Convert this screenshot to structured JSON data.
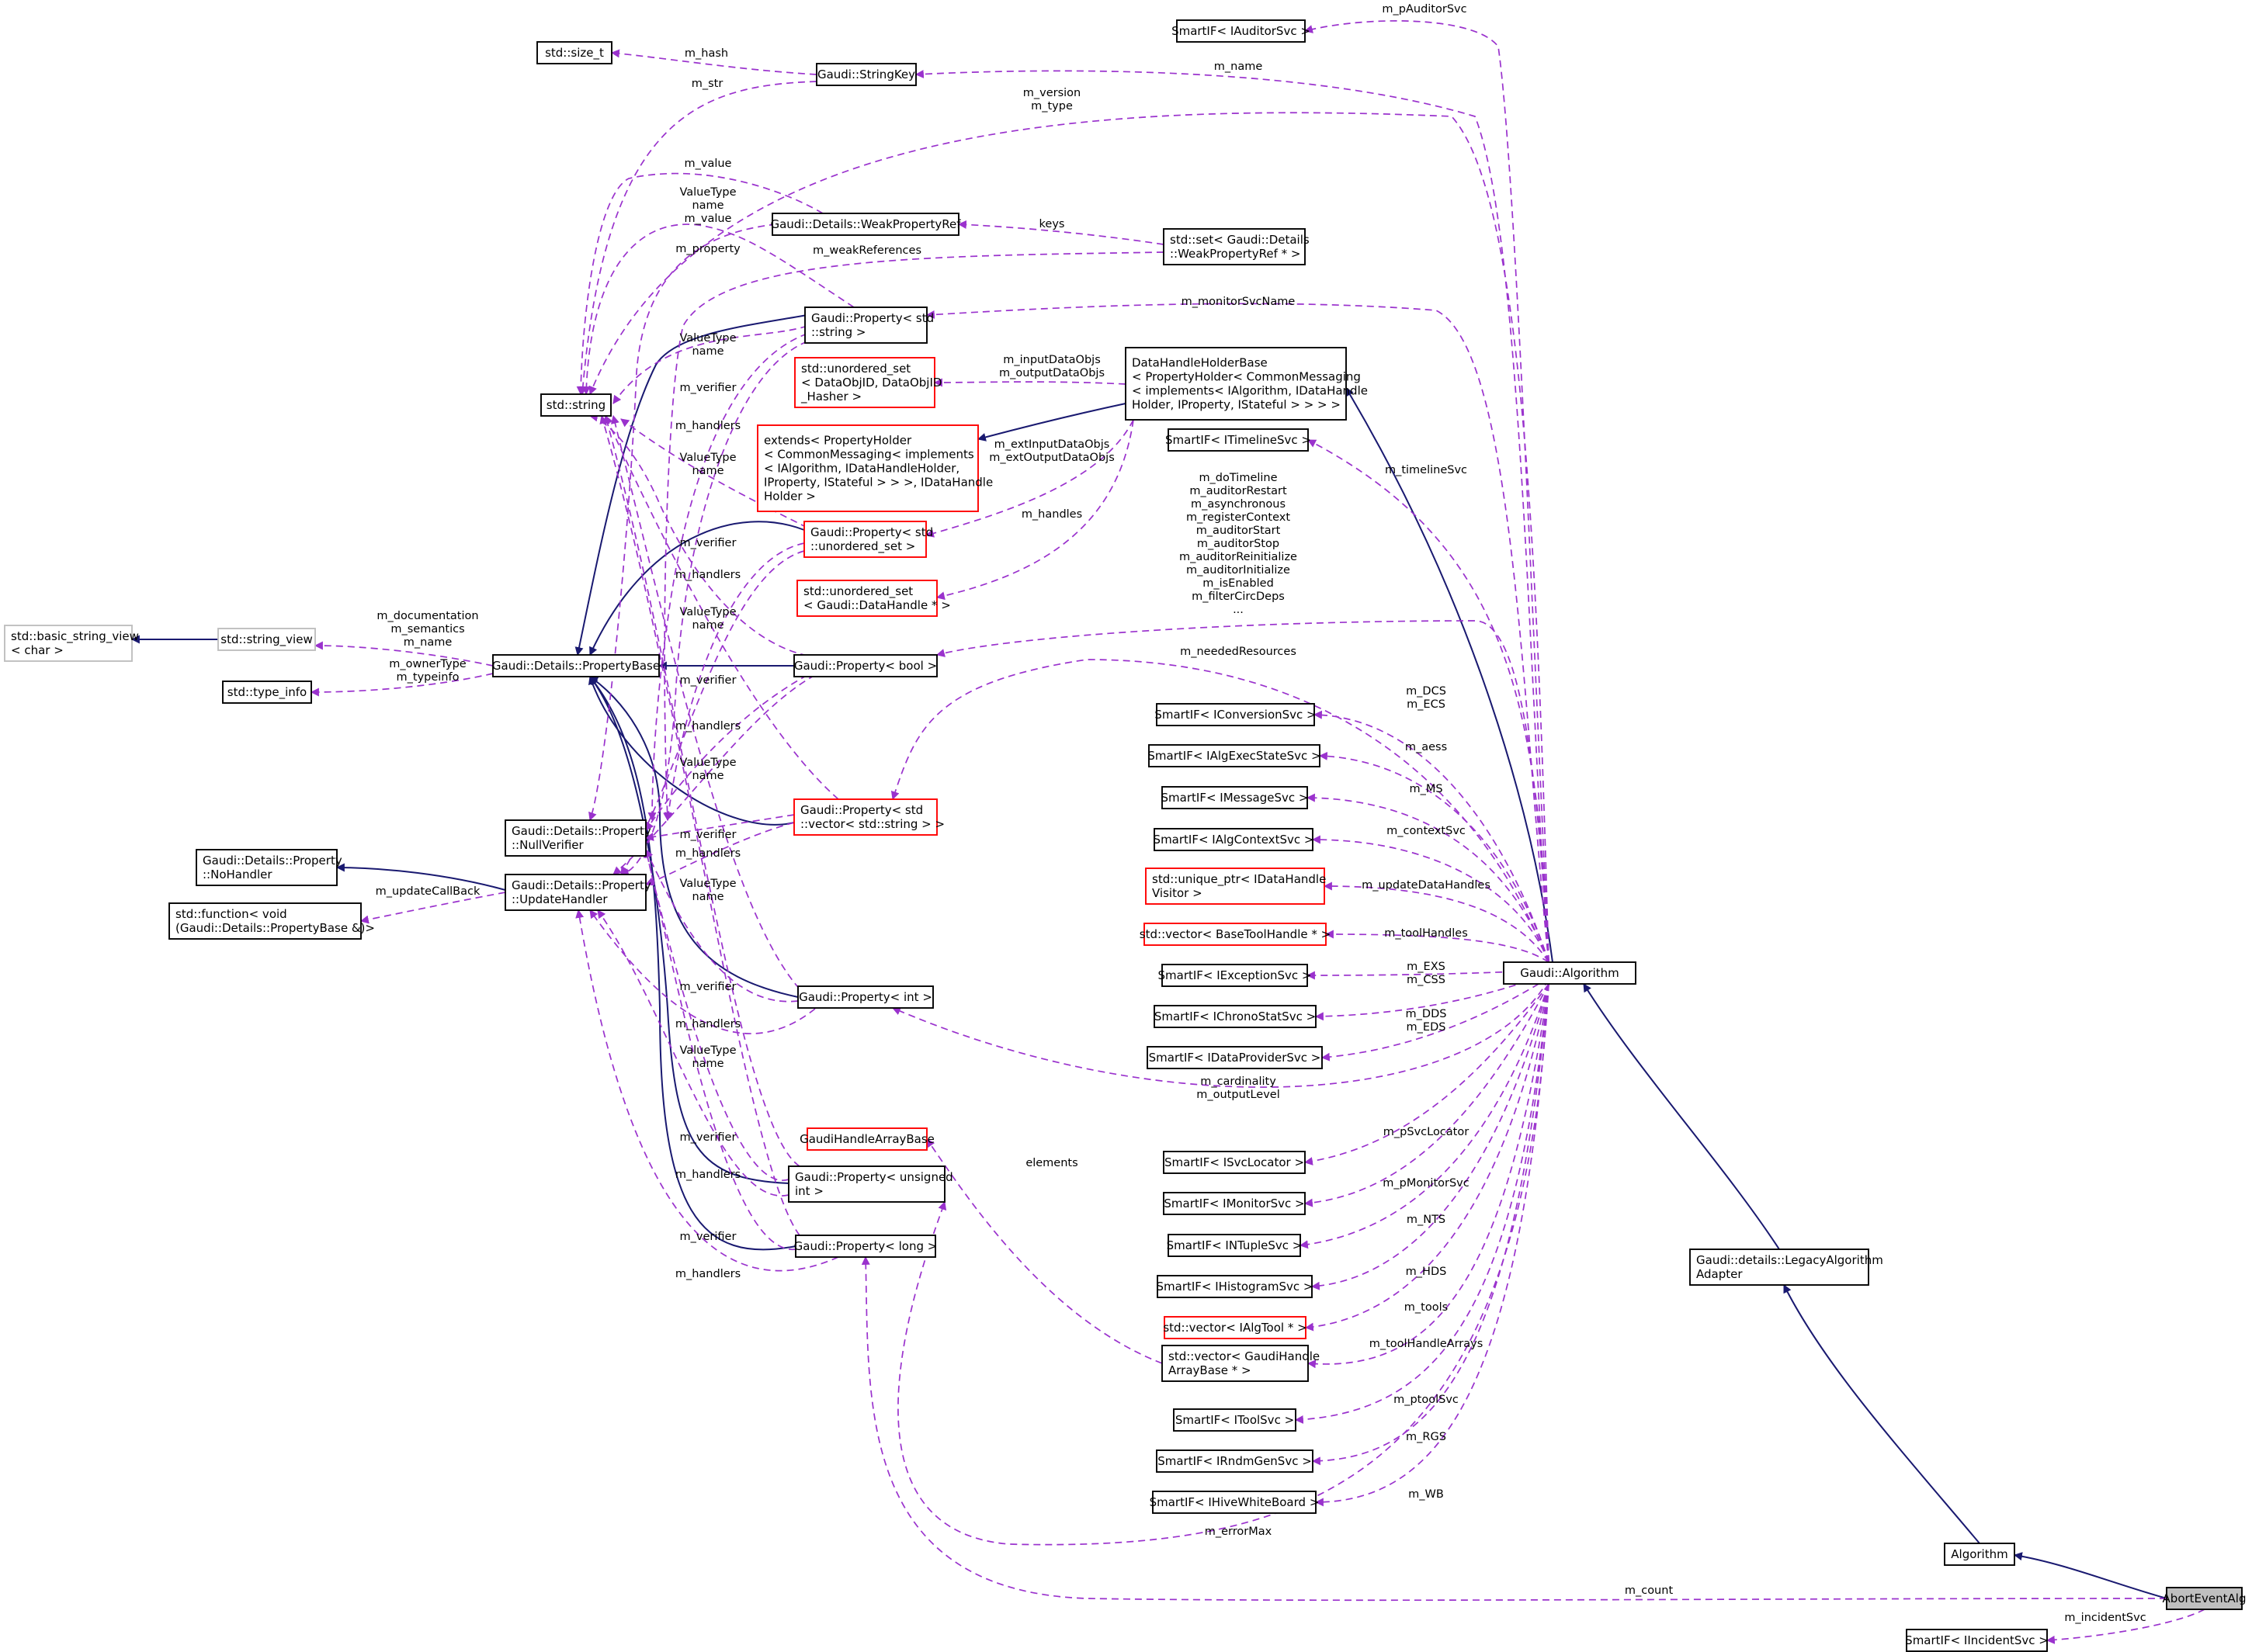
{
  "colors": {
    "inheritance_edge": "#191970",
    "usage_edge": "#9a32cd",
    "node_border": "#000000",
    "undocumented_border": "#ff0000",
    "external_border": "#bfbfbf",
    "highlight_fill": "#bfbfbf"
  },
  "nodes": [
    {
      "id": "AbortEventAlg",
      "lines": [
        "AbortEventAlg"
      ],
      "style": "highlight"
    },
    {
      "id": "Algorithm",
      "lines": [
        "Algorithm"
      ],
      "style": "normal"
    },
    {
      "id": "LegacyAdapter",
      "lines": [
        "Gaudi::details::LegacyAlgorithm",
        "Adapter"
      ],
      "style": "normal"
    },
    {
      "id": "GaudiAlgorithm",
      "lines": [
        "Gaudi::Algorithm"
      ],
      "style": "normal"
    },
    {
      "id": "DHHB",
      "lines": [
        "DataHandleHolderBase",
        "< PropertyHolder< CommonMessaging",
        "< implements< IAlgorithm, IDataHandle",
        "Holder, IProperty, IStateful > > > >"
      ],
      "style": "normal"
    },
    {
      "id": "Extends",
      "lines": [
        "extends< PropertyHolder",
        "< CommonMessaging< implements",
        "< IAlgorithm, IDataHandleHolder,",
        "IProperty, IStateful > > >, IDataHandle",
        "Holder >"
      ],
      "style": "red"
    },
    {
      "id": "SmartIAuditor",
      "lines": [
        "SmartIF< IAuditorSvc >"
      ],
      "style": "normal"
    },
    {
      "id": "SizeT",
      "lines": [
        "std::size_t"
      ],
      "style": "normal"
    },
    {
      "id": "StringKey",
      "lines": [
        "Gaudi::StringKey"
      ],
      "style": "normal"
    },
    {
      "id": "StdString",
      "lines": [
        "std::string"
      ],
      "style": "normal"
    },
    {
      "id": "WeakRef",
      "lines": [
        "Gaudi::Details::WeakPropertyRef"
      ],
      "style": "normal"
    },
    {
      "id": "SetWeak",
      "lines": [
        "std::set< Gaudi::Details",
        "::WeakPropertyRef * >"
      ],
      "style": "normal"
    },
    {
      "id": "PropString",
      "lines": [
        "Gaudi::Property< std",
        "::string >"
      ],
      "style": "normal"
    },
    {
      "id": "UnorderedDataObj",
      "lines": [
        "std::unordered_set",
        "< DataObjID, DataObjID",
        "_Hasher >"
      ],
      "style": "red"
    },
    {
      "id": "SmartITimeline",
      "lines": [
        "SmartIF< ITimelineSvc >"
      ],
      "style": "normal"
    },
    {
      "id": "PropUnordered",
      "lines": [
        "Gaudi::Property< std",
        "::unordered_set >"
      ],
      "style": "red"
    },
    {
      "id": "UnorderedDH",
      "lines": [
        "std::unordered_set",
        "< Gaudi::DataHandle * >"
      ],
      "style": "red"
    },
    {
      "id": "BasicStringView",
      "lines": [
        "std::basic_string_view",
        "< char >"
      ],
      "style": "grey"
    },
    {
      "id": "StringView",
      "lines": [
        "std::string_view"
      ],
      "style": "grey"
    },
    {
      "id": "PropertyBase",
      "lines": [
        "Gaudi::Details::PropertyBase"
      ],
      "style": "normal"
    },
    {
      "id": "PropBool",
      "lines": [
        "Gaudi::Property< bool >"
      ],
      "style": "normal"
    },
    {
      "id": "TypeInfo",
      "lines": [
        "std::type_info"
      ],
      "style": "normal"
    },
    {
      "id": "SmartIConversion",
      "lines": [
        "SmartIF< IConversionSvc >"
      ],
      "style": "normal"
    },
    {
      "id": "SmartIAlgExec",
      "lines": [
        "SmartIF< IAlgExecStateSvc >"
      ],
      "style": "normal"
    },
    {
      "id": "SmartIMessage",
      "lines": [
        "SmartIF< IMessageSvc >"
      ],
      "style": "normal"
    },
    {
      "id": "PropVector",
      "lines": [
        "Gaudi::Property< std",
        "::vector< std::string > >"
      ],
      "style": "red"
    },
    {
      "id": "NullVerifier",
      "lines": [
        "Gaudi::Details::Property",
        "::NullVerifier"
      ],
      "style": "normal"
    },
    {
      "id": "SmartIAlgContext",
      "lines": [
        "SmartIF< IAlgContextSvc >"
      ],
      "style": "normal"
    },
    {
      "id": "NoHandler",
      "lines": [
        "Gaudi::Details::Property",
        "::NoHandler"
      ],
      "style": "normal"
    },
    {
      "id": "UpdateHandler",
      "lines": [
        "Gaudi::Details::Property",
        "::UpdateHandler"
      ],
      "style": "normal"
    },
    {
      "id": "UniqueVisitor",
      "lines": [
        "std::unique_ptr< IDataHandle",
        "Visitor >"
      ],
      "style": "red"
    },
    {
      "id": "StdFunction",
      "lines": [
        "std::function< void",
        "(Gaudi::Details::PropertyBase &)>"
      ],
      "style": "normal"
    },
    {
      "id": "VecToolHandle",
      "lines": [
        "std::vector< BaseToolHandle * >"
      ],
      "style": "red"
    },
    {
      "id": "SmartIException",
      "lines": [
        "SmartIF< IExceptionSvc >"
      ],
      "style": "normal"
    },
    {
      "id": "PropInt",
      "lines": [
        "Gaudi::Property< int >"
      ],
      "style": "normal"
    },
    {
      "id": "SmartIChrono",
      "lines": [
        "SmartIF< IChronoStatSvc >"
      ],
      "style": "normal"
    },
    {
      "id": "SmartIDataProvider",
      "lines": [
        "SmartIF< IDataProviderSvc >"
      ],
      "style": "normal"
    },
    {
      "id": "HandleArrayBase",
      "lines": [
        "GaudiHandleArrayBase"
      ],
      "style": "red"
    },
    {
      "id": "SmartISvcLocator",
      "lines": [
        "SmartIF< ISvcLocator >"
      ],
      "style": "normal"
    },
    {
      "id": "PropUnsigned",
      "lines": [
        "Gaudi::Property< unsigned",
        "int >"
      ],
      "style": "normal"
    },
    {
      "id": "SmartIMonitor",
      "lines": [
        "SmartIF< IMonitorSvc >"
      ],
      "style": "normal"
    },
    {
      "id": "SmartINTuple",
      "lines": [
        "SmartIF< INTupleSvc >"
      ],
      "style": "normal"
    },
    {
      "id": "PropLong",
      "lines": [
        "Gaudi::Property< long >"
      ],
      "style": "normal"
    },
    {
      "id": "SmartIHistogram",
      "lines": [
        "SmartIF< IHistogramSvc >"
      ],
      "style": "normal"
    },
    {
      "id": "VecAlgTool",
      "lines": [
        "std::vector< IAlgTool * >"
      ],
      "style": "red"
    },
    {
      "id": "VecHandleArray",
      "lines": [
        "std::vector< GaudiHandle",
        "ArrayBase * >"
      ],
      "style": "normal"
    },
    {
      "id": "SmartITool",
      "lines": [
        "SmartIF< IToolSvc >"
      ],
      "style": "normal"
    },
    {
      "id": "SmartIRndm",
      "lines": [
        "SmartIF< IRndmGenSvc >"
      ],
      "style": "normal"
    },
    {
      "id": "SmartIHive",
      "lines": [
        "SmartIF< IHiveWhiteBoard >"
      ],
      "style": "normal"
    },
    {
      "id": "SmartIIncident",
      "lines": [
        "SmartIF< IIncidentSvc >"
      ],
      "style": "normal"
    }
  ],
  "edge_labels": [
    {
      "id": "lbl-m-pAuditorSvc",
      "lines": [
        "m_pAuditorSvc"
      ]
    },
    {
      "id": "lbl-m-hash",
      "lines": [
        "m_hash"
      ]
    },
    {
      "id": "lbl-m-name",
      "lines": [
        "m_name"
      ]
    },
    {
      "id": "lbl-m-str",
      "lines": [
        "m_str"
      ]
    },
    {
      "id": "lbl-m-version-type",
      "lines": [
        "m_version",
        "m_type"
      ]
    },
    {
      "id": "lbl-m-value",
      "lines": [
        "m_value"
      ]
    },
    {
      "id": "lbl-valuetype-1",
      "lines": [
        "ValueType",
        "name",
        "m_value"
      ]
    },
    {
      "id": "lbl-keys",
      "lines": [
        "keys"
      ]
    },
    {
      "id": "lbl-m-property",
      "lines": [
        "m_property"
      ]
    },
    {
      "id": "lbl-m-weakReferences",
      "lines": [
        "m_weakReferences"
      ]
    },
    {
      "id": "lbl-m-monitorSvcName",
      "lines": [
        "m_monitorSvcName"
      ]
    },
    {
      "id": "lbl-valuetype-2",
      "lines": [
        "ValueType",
        "name"
      ]
    },
    {
      "id": "lbl-inputs",
      "lines": [
        "m_inputDataObjs",
        "m_outputDataObjs"
      ]
    },
    {
      "id": "lbl-m-verifier-1",
      "lines": [
        "m_verifier"
      ]
    },
    {
      "id": "lbl-m-handlers-1",
      "lines": [
        "m_handlers"
      ]
    },
    {
      "id": "lbl-m-timelineSvc",
      "lines": [
        "m_timelineSvc"
      ]
    },
    {
      "id": "lbl-ext-io",
      "lines": [
        "m_extInputDataObjs",
        "m_extOutputDataObjs"
      ]
    },
    {
      "id": "lbl-valuetype-3",
      "lines": [
        "ValueType",
        "name"
      ]
    },
    {
      "id": "lbl-bool-list",
      "lines": [
        "m_doTimeline",
        "m_auditorRestart",
        "m_asynchronous",
        "m_registerContext",
        "m_auditorStart",
        "m_auditorStop",
        "m_auditorReinitialize",
        "m_auditorInitialize",
        "m_isEnabled",
        "m_filterCircDeps",
        "..."
      ]
    },
    {
      "id": "lbl-m-handles",
      "lines": [
        "m_handles"
      ]
    },
    {
      "id": "lbl-m-verifier-2",
      "lines": [
        "m_verifier"
      ]
    },
    {
      "id": "lbl-m-handlers-2",
      "lines": [
        "m_handlers"
      ]
    },
    {
      "id": "lbl-valuetype-4",
      "lines": [
        "ValueType",
        "name"
      ]
    },
    {
      "id": "lbl-doc",
      "lines": [
        "m_documentation",
        "m_semantics",
        "m_name"
      ]
    },
    {
      "id": "lbl-owner",
      "lines": [
        "m_ownerType",
        "m_typeinfo"
      ]
    },
    {
      "id": "lbl-m-neededResources",
      "lines": [
        "m_neededResources"
      ]
    },
    {
      "id": "lbl-m-verifier-3",
      "lines": [
        "m_verifier"
      ]
    },
    {
      "id": "lbl-dcs",
      "lines": [
        "m_DCS",
        "m_ECS"
      ]
    },
    {
      "id": "lbl-m-handlers-3",
      "lines": [
        "m_handlers"
      ]
    },
    {
      "id": "lbl-m-aess",
      "lines": [
        "m_aess"
      ]
    },
    {
      "id": "lbl-valuetype-5",
      "lines": [
        "ValueType",
        "name"
      ]
    },
    {
      "id": "lbl-m-MS",
      "lines": [
        "m_MS"
      ]
    },
    {
      "id": "lbl-m-verifier-4",
      "lines": [
        "m_verifier"
      ]
    },
    {
      "id": "lbl-m-contextSvc",
      "lines": [
        "m_contextSvc"
      ]
    },
    {
      "id": "lbl-m-handlers-4",
      "lines": [
        "m_handlers"
      ]
    },
    {
      "id": "lbl-m-updateCallBack",
      "lines": [
        "m_updateCallBack"
      ]
    },
    {
      "id": "lbl-valuetype-6",
      "lines": [
        "ValueType",
        "name"
      ]
    },
    {
      "id": "lbl-m-updateDataHandles",
      "lines": [
        "m_updateDataHandles"
      ]
    },
    {
      "id": "lbl-m-toolHandles",
      "lines": [
        "m_toolHandles"
      ]
    },
    {
      "id": "lbl-exs",
      "lines": [
        "m_EXS",
        "m_CSS"
      ]
    },
    {
      "id": "lbl-m-verifier-5",
      "lines": [
        "m_verifier"
      ]
    },
    {
      "id": "lbl-dds",
      "lines": [
        "m_DDS",
        "m_EDS"
      ]
    },
    {
      "id": "lbl-m-handlers-5",
      "lines": [
        "m_handlers"
      ]
    },
    {
      "id": "lbl-valuetype-7",
      "lines": [
        "ValueType",
        "name"
      ]
    },
    {
      "id": "lbl-cardinality",
      "lines": [
        "m_cardinality",
        "m_outputLevel"
      ]
    },
    {
      "id": "lbl-m-pSvcLocator",
      "lines": [
        "m_pSvcLocator"
      ]
    },
    {
      "id": "lbl-m-verifier-6",
      "lines": [
        "m_verifier"
      ]
    },
    {
      "id": "lbl-elements",
      "lines": [
        "elements"
      ]
    },
    {
      "id": "lbl-m-handlers-6",
      "lines": [
        "m_handlers"
      ]
    },
    {
      "id": "lbl-m-pMonitorSvc",
      "lines": [
        "m_pMonitorSvc"
      ]
    },
    {
      "id": "lbl-m-NTS",
      "lines": [
        "m_NTS"
      ]
    },
    {
      "id": "lbl-m-verifier-7",
      "lines": [
        "m_verifier"
      ]
    },
    {
      "id": "lbl-m-HDS",
      "lines": [
        "m_HDS"
      ]
    },
    {
      "id": "lbl-m-handlers-7",
      "lines": [
        "m_handlers"
      ]
    },
    {
      "id": "lbl-m-tools",
      "lines": [
        "m_tools"
      ]
    },
    {
      "id": "lbl-m-toolHandleArrays",
      "lines": [
        "m_toolHandleArrays"
      ]
    },
    {
      "id": "lbl-m-ptoolSvc",
      "lines": [
        "m_ptoolSvc"
      ]
    },
    {
      "id": "lbl-m-RGS",
      "lines": [
        "m_RGS"
      ]
    },
    {
      "id": "lbl-m-WB",
      "lines": [
        "m_WB"
      ]
    },
    {
      "id": "lbl-m-errorMax",
      "lines": [
        "m_errorMax"
      ]
    },
    {
      "id": "lbl-m-count",
      "lines": [
        "m_count"
      ]
    },
    {
      "id": "lbl-m-incidentSvc",
      "lines": [
        "m_incidentSvc"
      ]
    }
  ]
}
